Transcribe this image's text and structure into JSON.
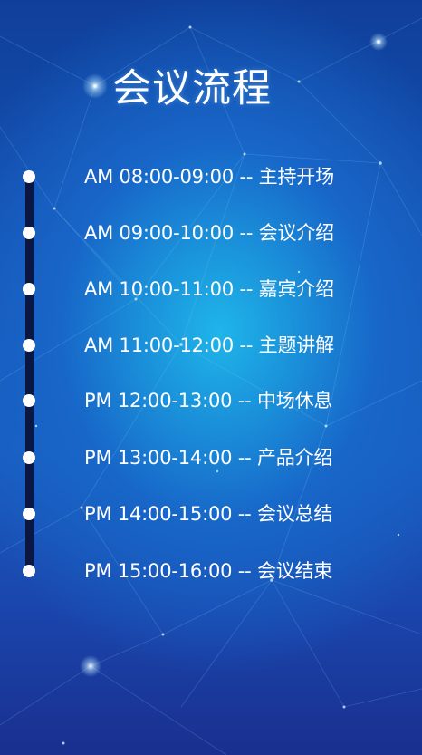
{
  "page": {
    "title": "会议流程"
  },
  "colors": {
    "background_center": "#1fb5ea",
    "background_edge": "#1a2f8f",
    "timeline_bar": "#0b1740",
    "timeline_dot": "#ffffff",
    "text": "#ffffff"
  },
  "schedule": [
    {
      "text": "AM 08:00-09:00 -- 主持开场"
    },
    {
      "text": "AM 09:00-10:00 -- 会议介绍"
    },
    {
      "text": "AM 10:00-11:00 -- 嘉宾介绍"
    },
    {
      "text": "AM 11:00-12:00 -- 主题讲解"
    },
    {
      "text": "PM 12:00-13:00 -- 中场休息"
    },
    {
      "text": "PM 13:00-14:00 -- 产品介绍"
    },
    {
      "text": "PM 14:00-15:00 -- 会议总结"
    },
    {
      "text": "PM 15:00-16:00 -- 会议结束"
    }
  ]
}
